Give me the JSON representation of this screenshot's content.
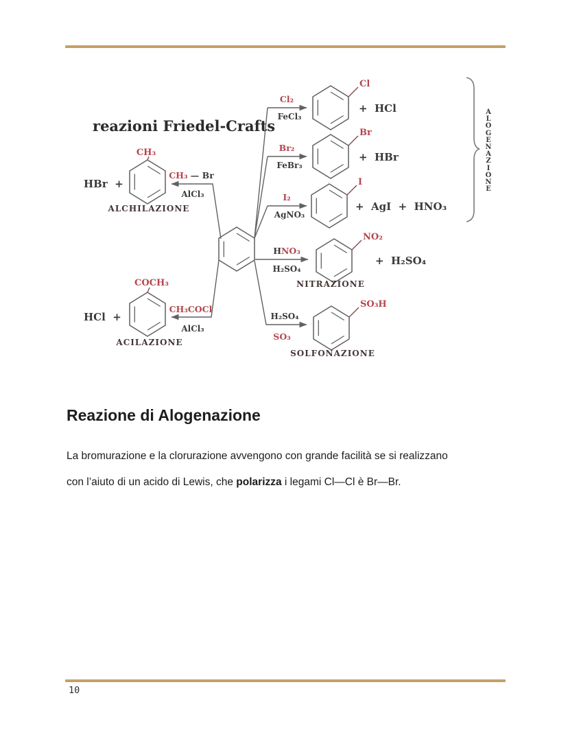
{
  "page": {
    "number": "10",
    "accent_rule_color": "#c6a065"
  },
  "figure": {
    "title": "reazioni Friedel-Crafts",
    "bracket_label": "ALOGENAZIONE",
    "colors": {
      "red": "#b5454e",
      "dark": "#3a3a3a",
      "line": "#616161"
    },
    "halogenation": {
      "chloro": {
        "reagent": "Cl₂",
        "catalyst": "FeCl₃",
        "substituent": "Cl",
        "products": "+  HCl"
      },
      "bromo": {
        "reagent": "Br₂",
        "catalyst": "FeBr₃",
        "substituent": "Br",
        "products": "+  HBr"
      },
      "iodo": {
        "reagent": "I₂",
        "catalyst": "AgNO₃",
        "substituent": "I",
        "products": "+  AgI  +  HNO₃"
      }
    },
    "nitration": {
      "reagent_h": "H",
      "reagent_no3": "NO₃",
      "catalyst": "H₂SO₄",
      "substituent": "NO₂",
      "products": "+  H₂SO₄",
      "label": "NITRAZIONE"
    },
    "sulfonation": {
      "reagent": "H₂SO₄",
      "promoter": "SO₃",
      "substituent": "SO₃H",
      "label": "SOLFONAZIONE"
    },
    "alkylation": {
      "byproduct": "HBr  +",
      "substituent": "CH₃",
      "reagent_ch3": "CH₃",
      "reagent_br": " — Br",
      "catalyst": "AlCl₃",
      "label": "ALCHILAZIONE"
    },
    "acylation": {
      "byproduct": "HCl  +",
      "substituent": "COCH₃",
      "reagent": "CH₃COCl",
      "catalyst": "AlCl₃",
      "label": "ACILAZIONE"
    }
  },
  "content": {
    "heading": "Reazione di Alogenazione",
    "line1": "La bromurazione e la clorurazione avvengono con grande facilità se si realizzano",
    "line2_pre": "con l’aiuto di un acido di Lewis, che ",
    "line2_bold": "polarizza",
    "line2_post": " i legami Cl—Cl è Br—Br."
  }
}
